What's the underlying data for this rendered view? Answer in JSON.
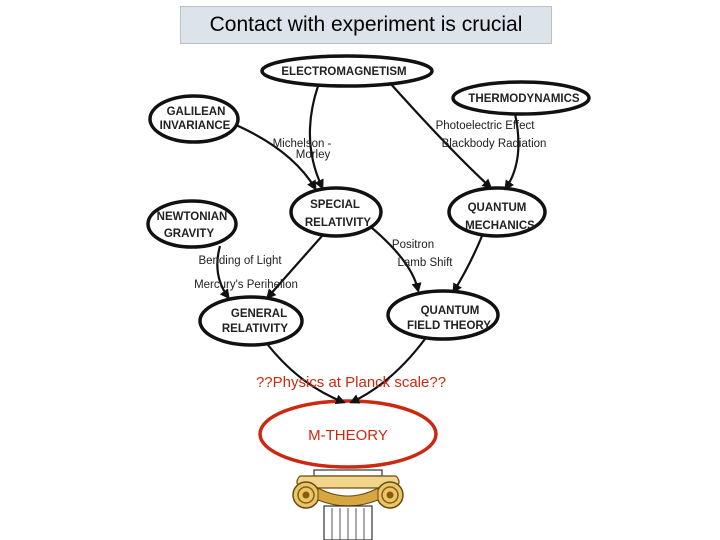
{
  "title": "Contact with experiment is crucial",
  "nodes": {
    "electromagnetism": "ELECTROMAGNETISM",
    "thermodynamics": "THERMODYNAMICS",
    "galilean_1": "GALILEAN",
    "galilean_2": "INVARIANCE",
    "newtonian_1": "NEWTONIAN",
    "newtonian_2": "GRAVITY",
    "special_1": "SPECIAL",
    "special_2": "RELATIVITY",
    "quantum_mech_1": "QUANTUM",
    "quantum_mech_2": "MECHANICS",
    "general_1": "GENERAL",
    "general_2": "RELATIVITY",
    "qft_1": "QUANTUM",
    "qft_2": "FIELD THEORY",
    "mtheory": "M-THEORY"
  },
  "edge_labels": {
    "michelson_1": "Michelson -",
    "michelson_2": "Morley",
    "photoelectric": "Photoelectric Effect",
    "blackbody": "Blackbody Radiation",
    "positron": "Positron",
    "lamb": "Lamb Shift",
    "bending": "Bending of Light",
    "mercury": "Mercury's Perihelion"
  },
  "question": "??Physics at Planck scale??",
  "colors": {
    "accent_red": "#cc2a10",
    "ink": "#111111",
    "title_bg": "#dde3ea"
  }
}
